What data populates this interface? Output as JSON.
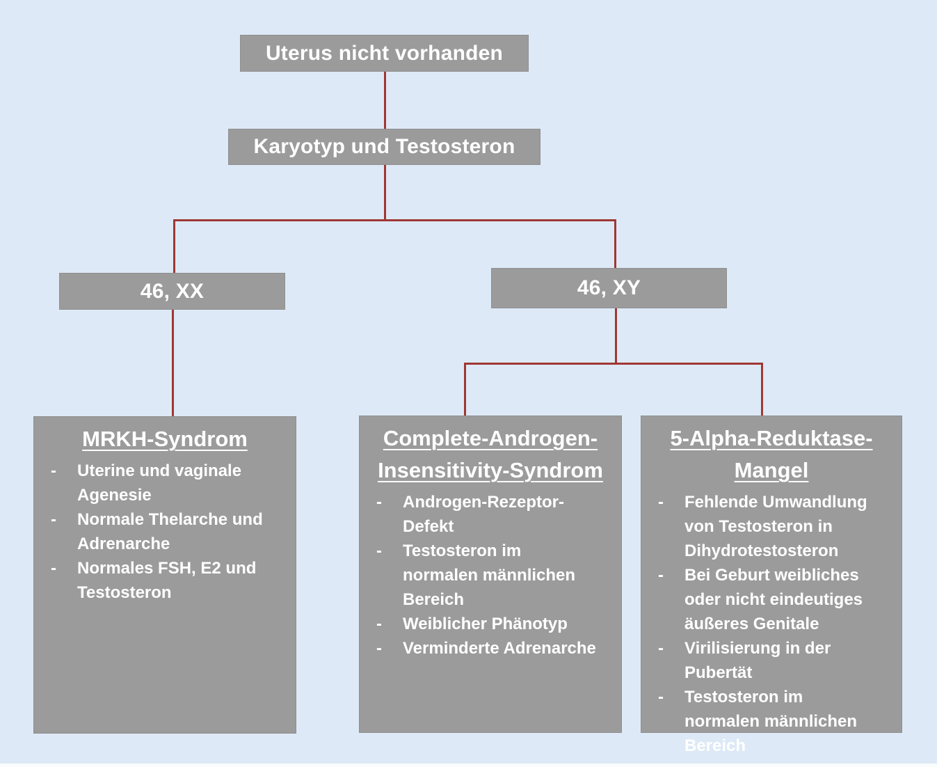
{
  "flowchart": {
    "bullet_marker": "-",
    "root": {
      "label": "Uterus nicht vorhanden"
    },
    "decision": {
      "label": "Karyotyp und Testosteron"
    },
    "branches": {
      "xx": {
        "label": "46, XX"
      },
      "xy": {
        "label": "46, XY"
      }
    },
    "outcomes": {
      "mrkh": {
        "title": "MRKH-Syndrom",
        "bullets": [
          "Uterine und vaginale Agenesie",
          "Normale Thelarche und Adrenarche",
          "Normales FSH, E2 und Testosteron"
        ]
      },
      "cais": {
        "title": "Complete-Androgen-Insensitivity-Syndrom",
        "bullets": [
          "Androgen-Rezeptor-Defekt",
          "Testosteron im normalen männlichen Bereich",
          "Weiblicher Phänotyp",
          "Verminderte Adrenarche"
        ]
      },
      "alpha": {
        "title": "5-Alpha-Reduktase-Mangel",
        "bullets": [
          "Fehlende Umwandlung von Testosteron in Dihydrotestosteron",
          "Bei Geburt weibliches oder nicht eindeutiges äußeres Genitale",
          "Virilisierung in der Pubertät",
          "Testosteron im normalen männlichen Bereich"
        ]
      }
    },
    "colors": {
      "background": "#dde9f6",
      "box_fill": "#9b9b9b",
      "box_border": "#8f8f8f",
      "connector": "#a03733",
      "text_color": "#ffffff"
    }
  }
}
